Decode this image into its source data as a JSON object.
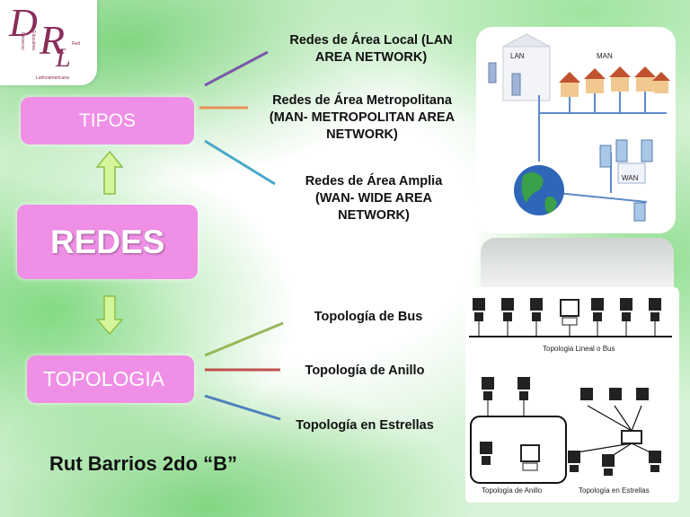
{
  "logo": {
    "letters": [
      "D",
      "R",
      "L"
    ],
    "small_vertical_left": "Universo",
    "small_vertical_right": "Educativa",
    "small_right": "Red",
    "small_bottom": "Latinoamericana"
  },
  "nodes": {
    "tipos": "TIPOS",
    "redes": "REDES",
    "topologia": "TOPOLOGIA"
  },
  "tipos_items": [
    {
      "lines": [
        "Redes de Área Local (LAN",
        "AREA NETWORK)"
      ]
    },
    {
      "lines": [
        "Redes de Área Metropolitana",
        "(MAN- METROPOLITAN AREA",
        "NETWORK)"
      ]
    },
    {
      "lines": [
        "Redes de Área Amplia",
        "(WAN- WIDE AREA",
        "NETWORK)"
      ]
    }
  ],
  "topologia_items": [
    "Topología de Bus",
    "Topología de Anillo",
    "Topología en Estrellas"
  ],
  "author": "Rut Barrios 2do “B”",
  "network_diagram": {
    "lan": "LAN",
    "man": "MAN",
    "wan": "WAN"
  },
  "topology_captions": {
    "bus": "Topologia Lineal o Bus",
    "ring": "Topología de Anillo",
    "star": "Topología en Estrellas"
  },
  "colors": {
    "pill": "#ef8fe6",
    "connector_1": "#7a5aa8",
    "connector_2": "#e8925a",
    "connector_3": "#4aa8c8",
    "connector_4": "#98b85a",
    "connector_5": "#c0504d",
    "connector_6": "#4f81bd",
    "arrow_fill": "#d4f59a",
    "arrow_stroke": "#8cbf4a"
  }
}
